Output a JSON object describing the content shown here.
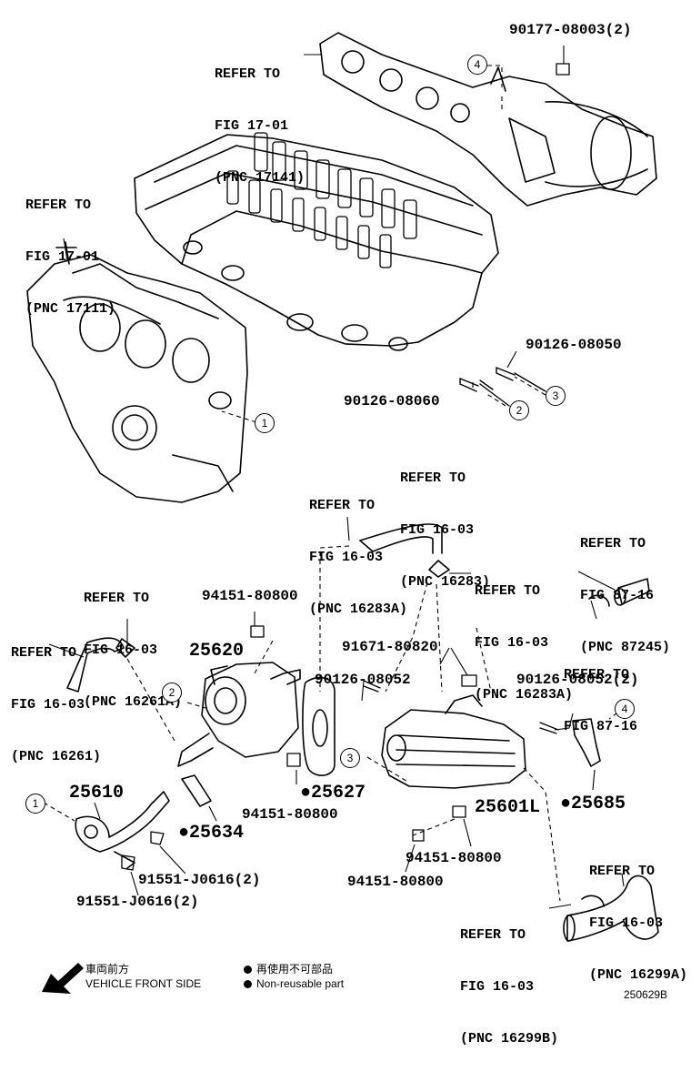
{
  "refs": {
    "r1": {
      "l1": "REFER TO",
      "l2": "FIG 17-01",
      "l3": "(PNC 17141)"
    },
    "r2": {
      "l1": "REFER TO",
      "l2": "FIG 17-01",
      "l3": "(PNC 17111)"
    },
    "r3": {
      "l1": "REFER TO",
      "l2": "FIG 16-03",
      "l3": "(PNC 16283)"
    },
    "r4": {
      "l1": "REFER TO",
      "l2": "FIG 16-03",
      "l3": "(PNC 16283A)"
    },
    "r5": {
      "l1": "REFER TO",
      "l2": "FIG 87-16",
      "l3": "(PNC 87245)"
    },
    "r6": {
      "l1": "REFER TO",
      "l2": "FIG 16-03",
      "l3": "(PNC 16283A)"
    },
    "r7": {
      "l1": "REFER TO",
      "l2": "FIG 16-03",
      "l3": "(PNC 16261A)"
    },
    "r8": {
      "l1": "REFER TO",
      "l2": "FIG 87-16"
    },
    "r9": {
      "l1": "REFER TO",
      "l2": "FIG 16-03",
      "l3": "(PNC 16261)"
    },
    "r10": {
      "l1": "REFER TO",
      "l2": "FIG 16-03",
      "l3": "(PNC 16299A)"
    },
    "r11": {
      "l1": "REFER TO",
      "l2": "FIG 16-03",
      "l3": "(PNC 16299B)"
    }
  },
  "parts": {
    "p90177": "90177-08003(2)",
    "p90126_050": "90126-08050",
    "p90126_060": "90126-08060",
    "p94151_a": "94151-80800",
    "p25620": "25620",
    "p91671": "91671-80820",
    "p90126_052": "90126-08052",
    "p90126_052_2": "90126-08052(2)",
    "p25627": "●25627",
    "p94151_b": "94151-80800",
    "p25601l": "25601L",
    "p25685": "●25685",
    "p25610": "25610",
    "p25634": "●25634",
    "p94151_c": "94151-80800",
    "p94151_d": "94151-80800",
    "p91551_a": "91551-J0616(2)",
    "p91551_b": "91551-J0616(2)"
  },
  "callouts": {
    "c1a": "1",
    "c1b": "1",
    "c2a": "2",
    "c2b": "2",
    "c3a": "3",
    "c3b": "3",
    "c4a": "4",
    "c4b": "4"
  },
  "legend": {
    "front_jp": "車両前方",
    "front_en": "VEHICLE FRONT SIDE",
    "nonreuse_jp": "再使用不可部品",
    "nonreuse_en": "Non-reusable part"
  },
  "figure_id": "250629B"
}
